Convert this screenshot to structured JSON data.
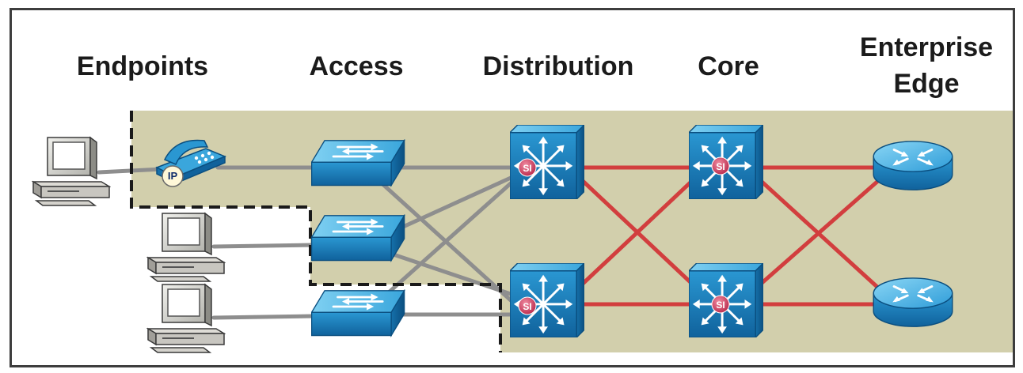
{
  "headings": {
    "endpoints": "Endpoints",
    "access": "Access",
    "distribution": "Distribution",
    "core": "Core",
    "enterprise_edge_line1": "Enterprise",
    "enterprise_edge_line2": "Edge"
  },
  "ip_phone_badge": "IP",
  "multilayer_switch_badge": "SI",
  "colors": {
    "backdrop": "#d2cfac",
    "device_blue": "#1e88c4",
    "redundant_link": "#d23e3e",
    "access_link": "#8e8e8e",
    "domain_boundary": "#1a1a1a"
  },
  "devices": {
    "endpoints": [
      "PC",
      "PC",
      "PC"
    ],
    "ip_phones": [
      "IP Phone"
    ],
    "access_switches": [
      "Access Switch",
      "Access Switch",
      "Access Switch"
    ],
    "distribution_switches": [
      "Distribution Switch",
      "Distribution Switch"
    ],
    "core_switches": [
      "Core Switch",
      "Core Switch"
    ],
    "edge_routers": [
      "Edge Router",
      "Edge Router"
    ]
  }
}
